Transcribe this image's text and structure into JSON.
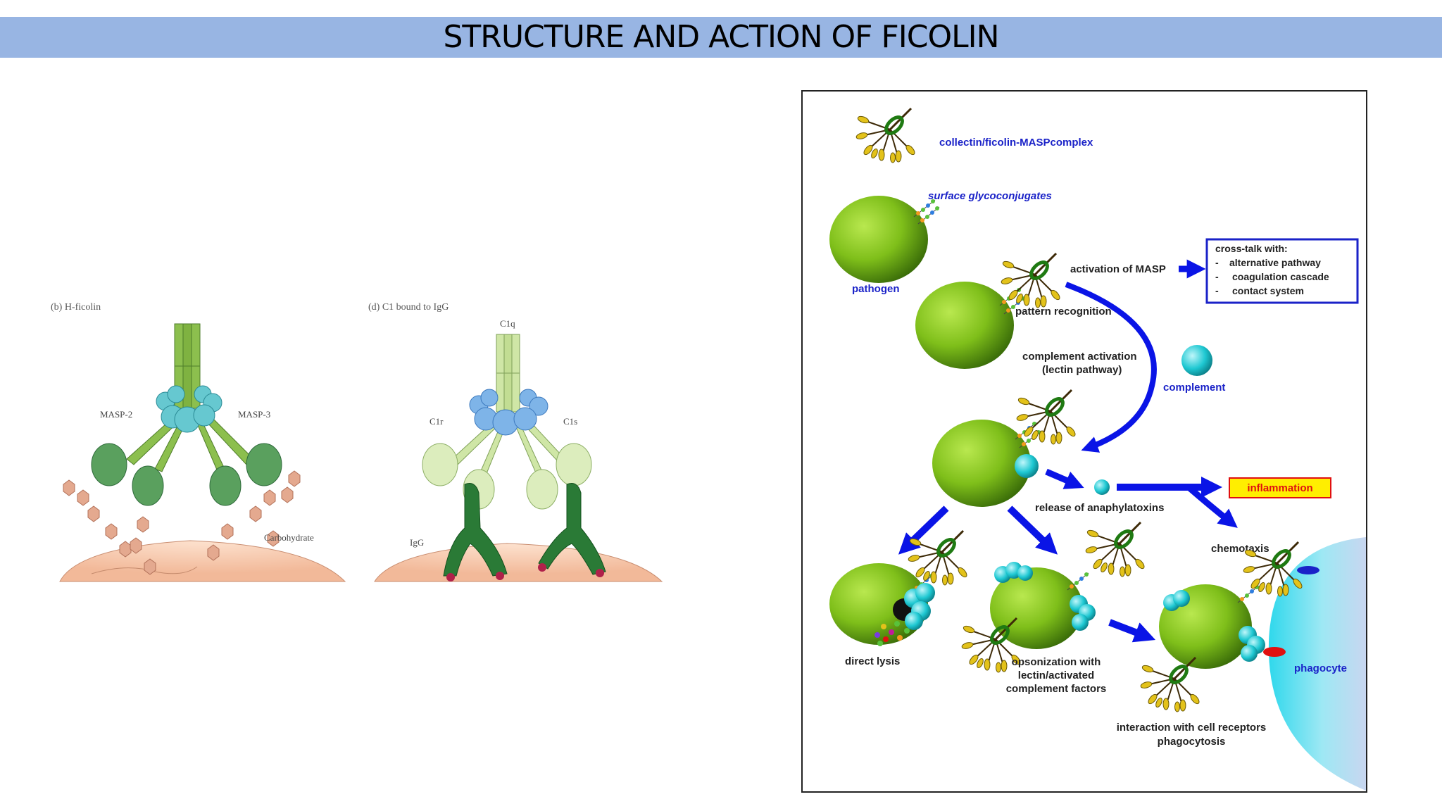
{
  "title": "STRUCTURE AND ACTION OF FICOLIN",
  "left_figure": {
    "panel_b": {
      "caption": "(b) H-ficolin",
      "label_masp2": "MASP-2",
      "label_masp3": "MASP-3",
      "label_carbohydrate": "Carbohydrate"
    },
    "panel_d": {
      "caption": "(d) C1 bound to IgG",
      "label_c1q": "C1q",
      "label_c1r": "C1r",
      "label_c1s": "C1s",
      "label_igg": "IgG"
    }
  },
  "right_figure": {
    "complex_label": "collectin/ficolin-MASPcomplex",
    "glyco_label": "surface glycoconjugates",
    "pathogen_label": "pathogen",
    "activation_label": "activation of MASP",
    "crosstalk": {
      "header": "cross-talk with:",
      "items": [
        "alternative pathway",
        "coagulation cascade",
        "contact system"
      ],
      "bullet": "-"
    },
    "pattern_label": "pattern recognition",
    "complement_activation_line1": "complement activation",
    "complement_activation_line2": "(lectin pathway)",
    "complement_label": "complement",
    "inflammation_label": "inflammation",
    "anaphylatoxins_label": "release of anaphylatoxins",
    "chemotaxis_label": "chemotaxis",
    "lysis_label": "direct lysis",
    "opsonization_line1": "opsonization with",
    "opsonization_line2": "lectin/activated",
    "opsonization_line3": "complement factors",
    "phagocyte_label": "phagocyte",
    "interaction_line1": "interaction with cell receptors",
    "interaction_line2": "phagocytosis"
  },
  "colors": {
    "title_bar": "#98b5e3",
    "arrow": "#0a14e6",
    "text_blue": "#1a22c8",
    "cell_green": "#7fbf1a",
    "complement_cyan": "#1ec8d2",
    "inflammation_fill": "#ffee00",
    "inflammation_text": "#e01010"
  }
}
